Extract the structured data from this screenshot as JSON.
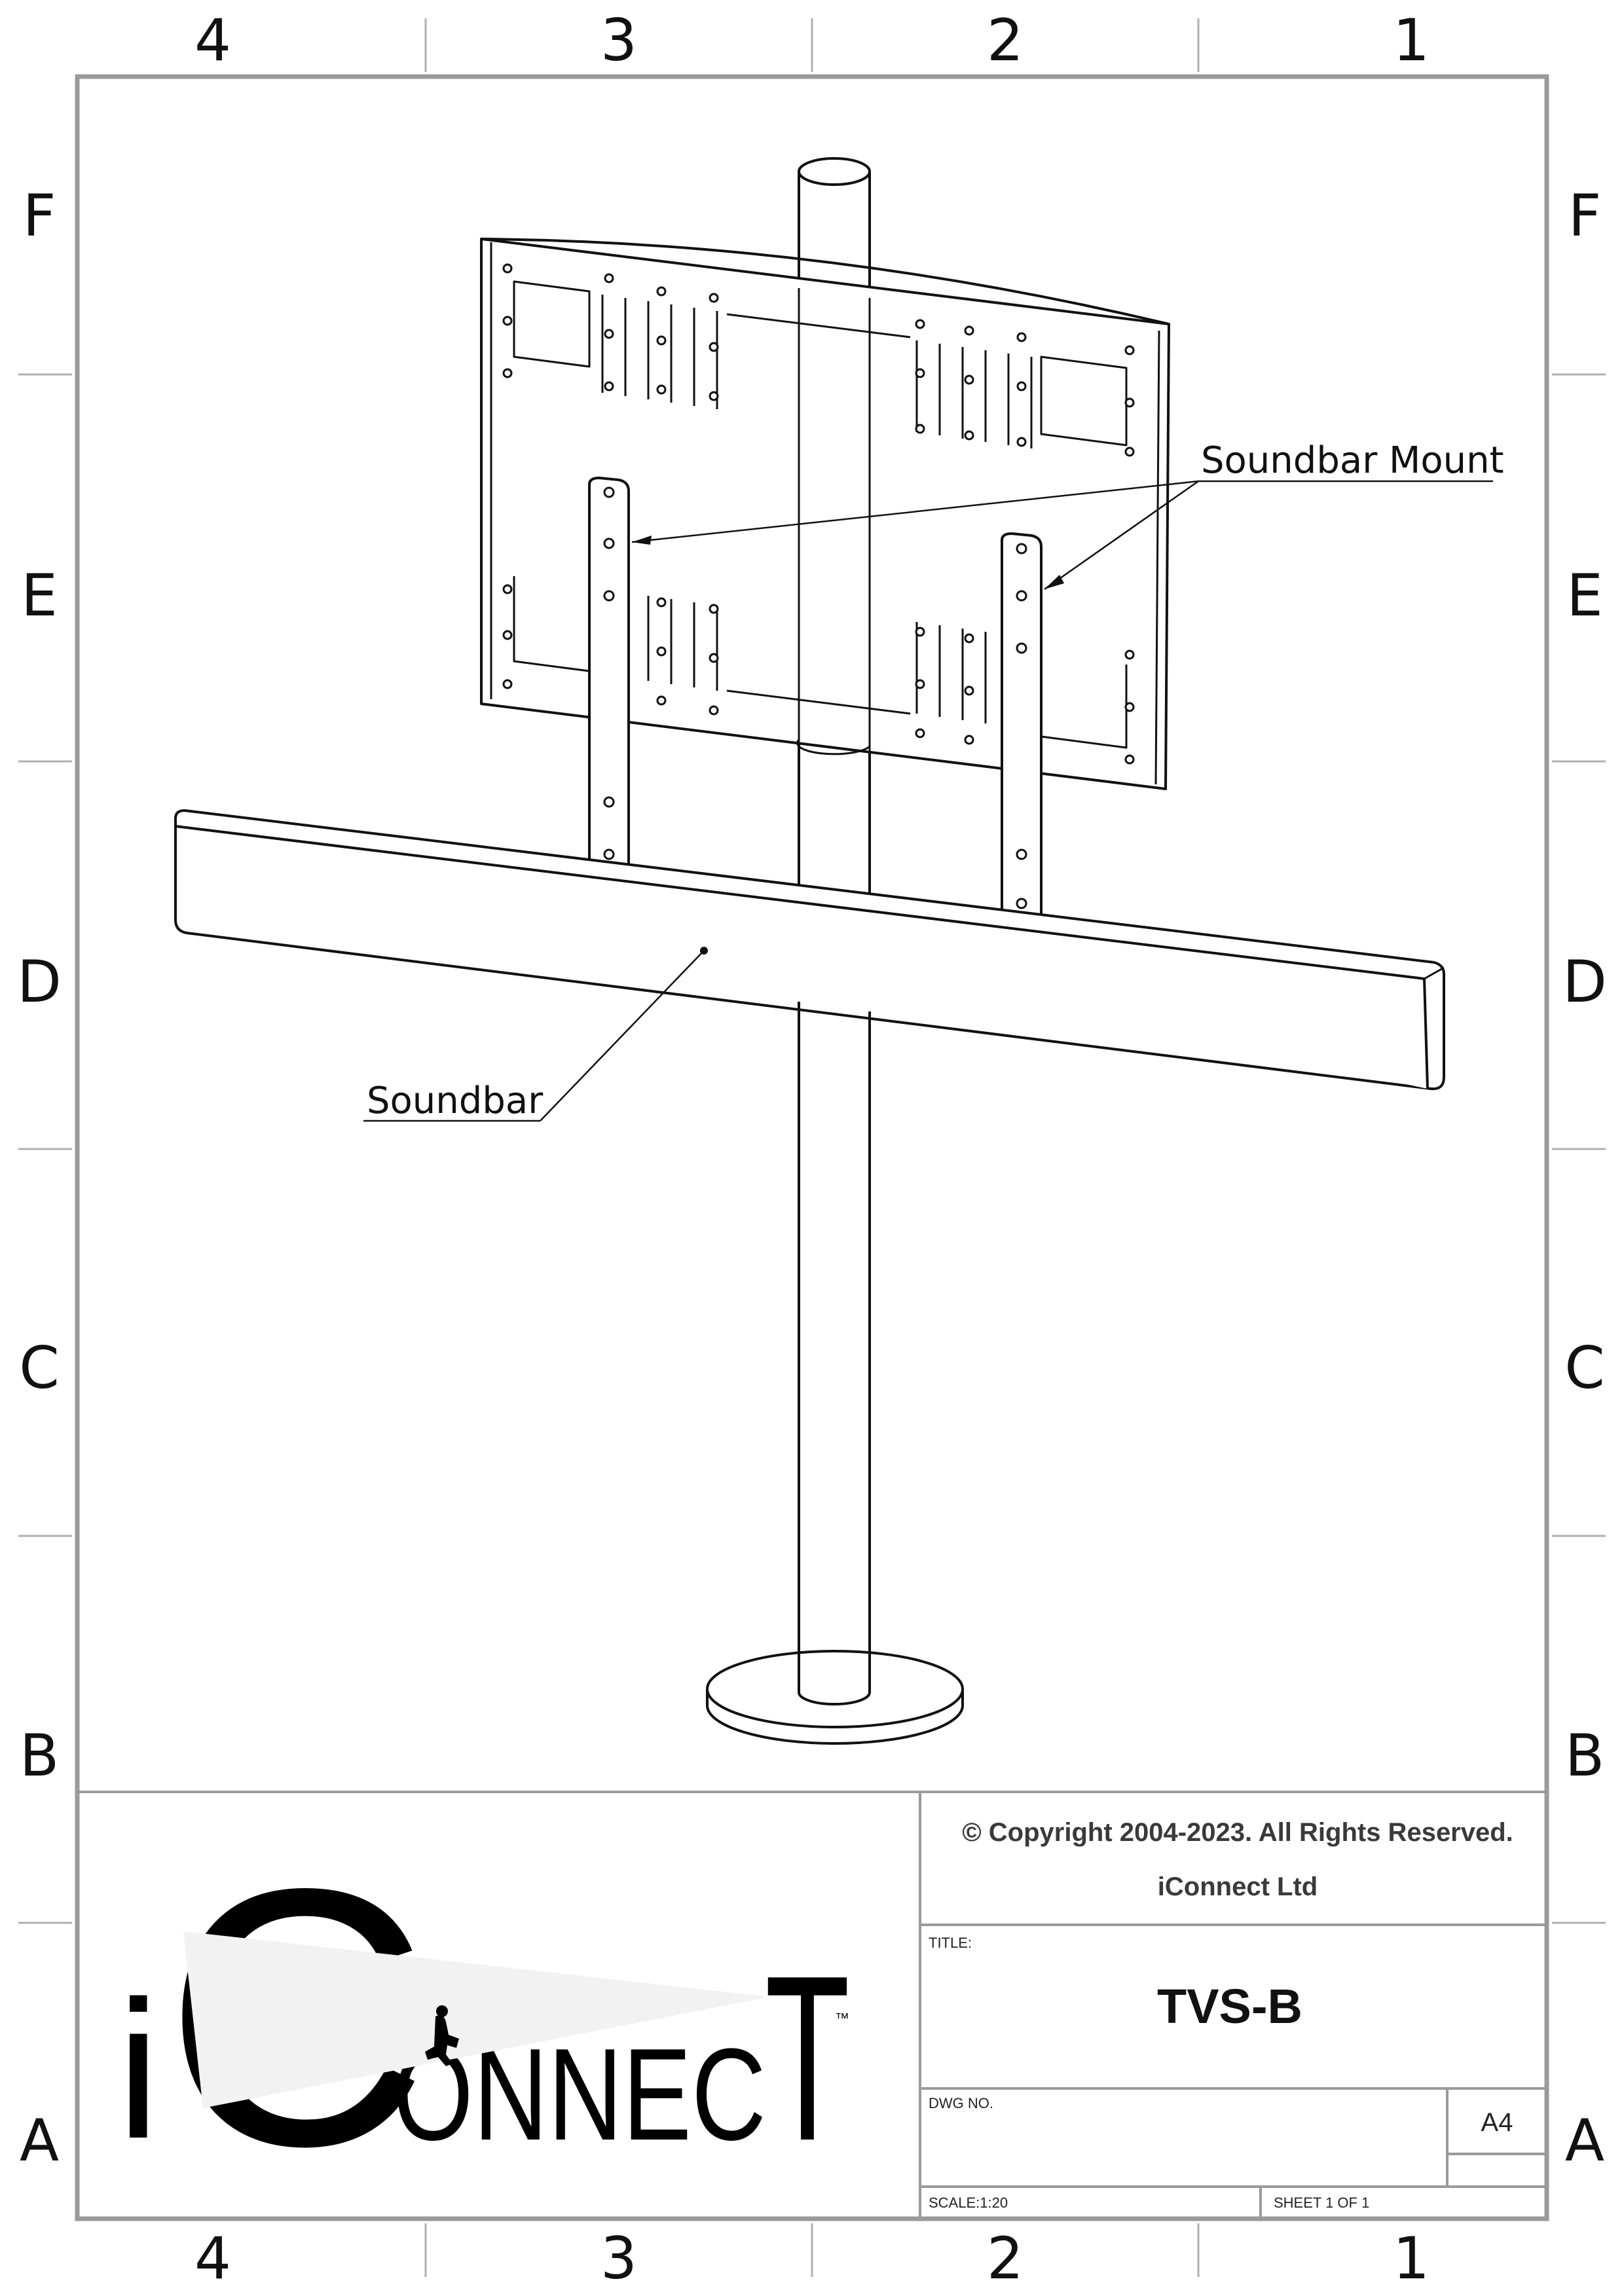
{
  "zones": {
    "columns": [
      "4",
      "3",
      "2",
      "1"
    ],
    "rows": [
      "F",
      "E",
      "D",
      "C",
      "B",
      "A"
    ]
  },
  "callouts": {
    "soundbar_mount": "Soundbar Mount",
    "soundbar": "Soundbar"
  },
  "title_block": {
    "copyright": "© Copyright 2004-2023. All Rights Reserved.",
    "company": "iConnect Ltd",
    "title_label": "TITLE:",
    "title": "TVS-B",
    "dwg_no_label": "DWG NO.",
    "size": "A4",
    "scale": "SCALE:1:20",
    "sheet": "SHEET 1 OF 1"
  },
  "logo": {
    "i": "i",
    "c": "C",
    "onne": "ONNEC",
    "t": "T",
    "tm": "™"
  }
}
